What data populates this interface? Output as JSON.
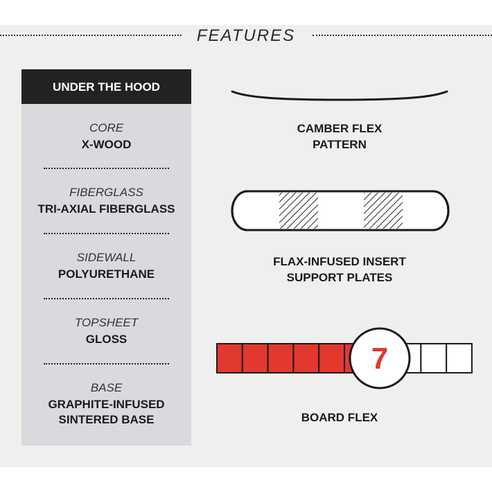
{
  "header": {
    "title": "FEATURES"
  },
  "hood": {
    "title": "UNDER THE HOOD",
    "specs": [
      {
        "label": "CORE",
        "value": "X-WOOD"
      },
      {
        "label": "FIBERGLASS",
        "value": "TRI-AXIAL FIBERGLASS"
      },
      {
        "label": "SIDEWALL",
        "value": "POLYURETHANE"
      },
      {
        "label": "TOPSHEET",
        "value": "GLOSS"
      },
      {
        "label": "BASE",
        "value": "GRAPHITE-INFUSED SINTERED BASE"
      }
    ]
  },
  "camber": {
    "label_line1": "CAMBER FLEX",
    "label_line2": "PATTERN"
  },
  "inserts": {
    "label_line1": "FLAX-INFUSED INSERT",
    "label_line2": "SUPPORT PLATES"
  },
  "flex": {
    "value": 7,
    "display": "7",
    "max": 10,
    "label": "BOARD FLEX",
    "fill_color": "#e2382f"
  },
  "colors": {
    "accent": "#e2382f",
    "dark": "#222222",
    "panel": "#d8dade"
  }
}
